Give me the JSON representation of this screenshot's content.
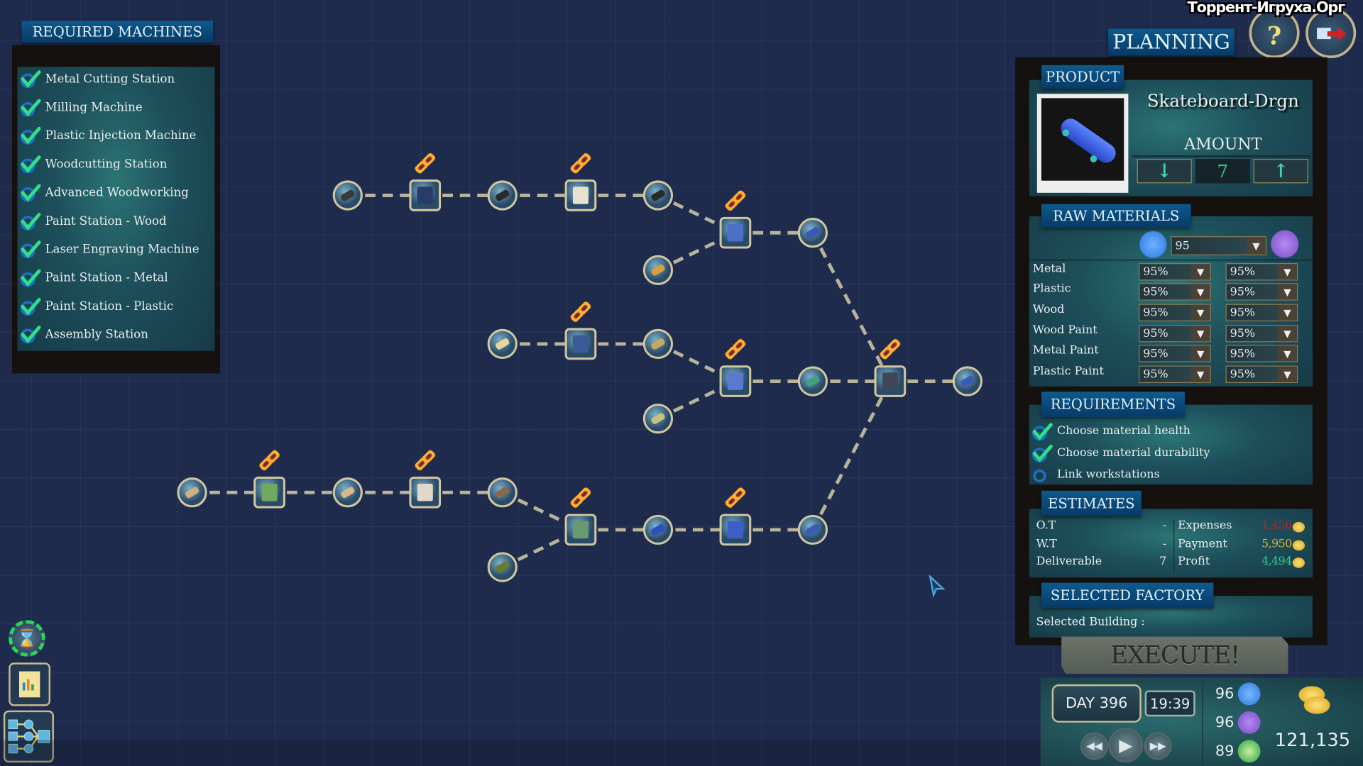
{
  "required_machines": {
    "title": "REQUIRED MACHINES",
    "items": [
      "Metal Cutting Station",
      "Milling Machine",
      "Plastic Injection Machine",
      "Woodcutting Station",
      "Advanced Woodworking",
      "Paint Station - Wood",
      "Laser Engraving Machine",
      "Paint Station - Metal",
      "Paint Station - Plastic",
      "Assembly Station"
    ]
  },
  "header": {
    "title": "PLANNING",
    "watermark": "Торрент-Игруха.Орг",
    "help_icon": "question-icon",
    "exit_icon": "exit-arrow-icon"
  },
  "product": {
    "title": "PRODUCT",
    "name": "Skateboard-Drgn",
    "amount_label": "AMOUNT",
    "amount": "7",
    "decrease": "↓",
    "increase": "↑"
  },
  "raw_materials": {
    "title": "RAW MATERIALS",
    "global_health": "95",
    "rows": [
      {
        "label": "Metal",
        "health": "95%",
        "durability": "95%"
      },
      {
        "label": "Plastic",
        "health": "95%",
        "durability": "95%"
      },
      {
        "label": "Wood",
        "health": "95%",
        "durability": "95%"
      },
      {
        "label": "Wood  Paint",
        "health": "95%",
        "durability": "95%"
      },
      {
        "label": "Metal Paint",
        "health": "95%",
        "durability": "95%"
      },
      {
        "label": "Plastic Paint",
        "health": "95%",
        "durability": "95%"
      }
    ]
  },
  "requirements": {
    "title": "REQUIREMENTS",
    "items": [
      {
        "label": "Choose material health",
        "done": true
      },
      {
        "label": "Choose material durability",
        "done": true
      },
      {
        "label": "Link workstations",
        "done": false
      }
    ]
  },
  "estimates": {
    "title": "ESTIMATES",
    "left": [
      {
        "label": "O.T",
        "value": "-"
      },
      {
        "label": "W.T",
        "value": "-"
      },
      {
        "label": "Deliverable",
        "value": "7"
      }
    ],
    "right": [
      {
        "label": "Expenses",
        "value": "1,456",
        "color": "#c0202a"
      },
      {
        "label": "Payment",
        "value": "5,950",
        "color": "#d9b23a"
      },
      {
        "label": "Profit",
        "value": "4,494",
        "color": "#2fd08a"
      }
    ]
  },
  "selected_factory": {
    "title": "SELECTED FACTORY",
    "label": "Selected Building :"
  },
  "execute": "EXECUTE!",
  "status": {
    "day": "DAY 396",
    "time": "19:39",
    "health": "96",
    "durability": "96",
    "eco": "89",
    "money": "121,135"
  },
  "colors": {
    "accent": "#0d5a8e",
    "check": "#2fe08a",
    "link": "#ff7a1a",
    "grid": "#1f2b4c"
  }
}
